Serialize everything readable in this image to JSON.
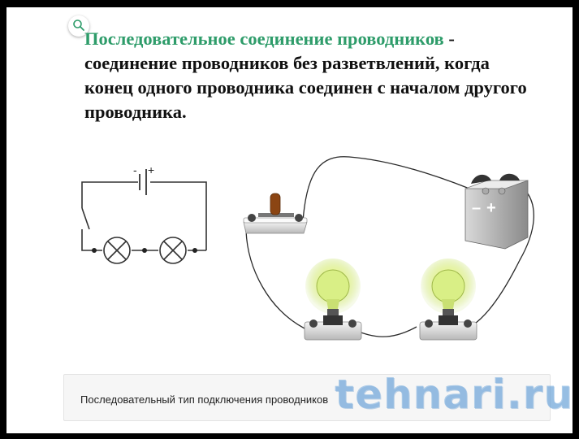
{
  "definition": {
    "term": "Последовательное соединение проводников",
    "dash": " - ",
    "text": "соединение проводников без разветвлений, когда конец одного проводника соединен с началом другого проводника."
  },
  "diagram": {
    "battery_minus": "-",
    "battery_plus": "+",
    "device_battery_minus": "–",
    "device_battery_plus": "+"
  },
  "caption": "Последовательный тип подключения проводников",
  "watermark": "tehnari.ru",
  "icons": {
    "zoom": "magnifier-icon"
  },
  "colors": {
    "term": "#2e9c6a",
    "watermark": "#73aadc",
    "bulb_glow": "#e8f59a"
  }
}
